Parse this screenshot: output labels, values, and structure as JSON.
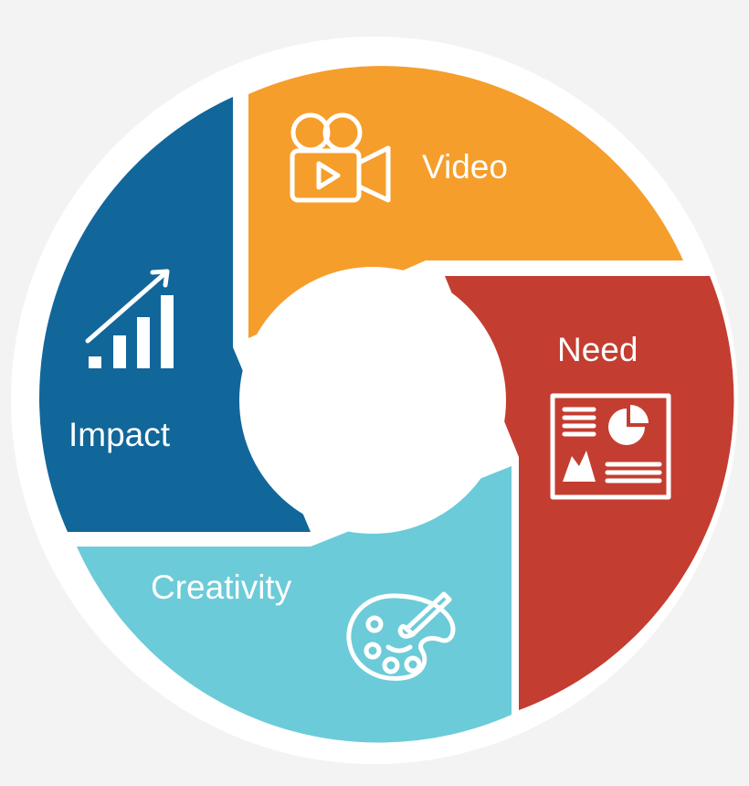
{
  "segments": [
    {
      "key": "video",
      "label": "Video",
      "color": "#f59e2b",
      "icon": "video-camera-icon"
    },
    {
      "key": "need",
      "label": "Need",
      "color": "#c43d31",
      "icon": "report-chart-icon"
    },
    {
      "key": "creativity",
      "label": "Creativity",
      "color": "#6ccbd8",
      "icon": "paint-palette-icon"
    },
    {
      "key": "impact",
      "label": "Impact",
      "color": "#11669a",
      "icon": "growth-chart-icon"
    }
  ]
}
